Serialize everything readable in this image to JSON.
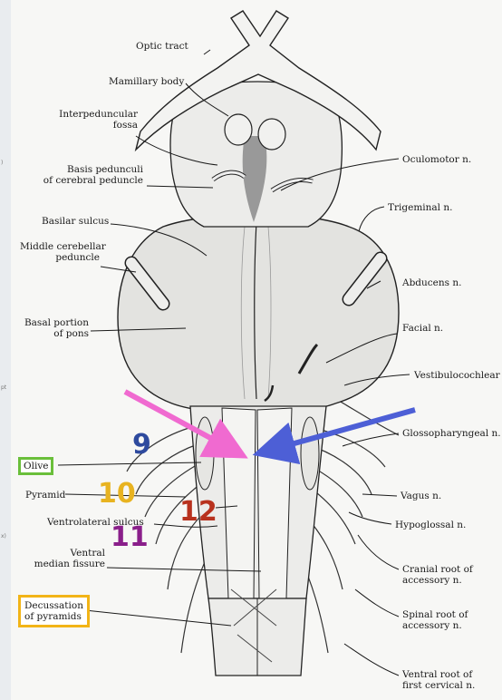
{
  "labels": {
    "optic_tract": "Optic tract",
    "mamillary_body": "Mamillary body",
    "interpeduncular_fossa_1": "Interpeduncular",
    "interpeduncular_fossa_2": "fossa",
    "basis_pedunculi_1": "Basis pedunculi",
    "basis_pedunculi_2": "of cerebral peduncle",
    "basilar_sulcus": "Basilar sulcus",
    "middle_cerebellar_1": "Middle cerebellar",
    "middle_cerebellar_2": "peduncle",
    "basal_pons_1": "Basal portion",
    "basal_pons_2": "of pons",
    "oculomotor": "Oculomotor n.",
    "trigeminal": "Trigeminal n.",
    "abducens": "Abducens n.",
    "facial": "Facial n.",
    "vestibulocochlear": "Vestibulocochlear n.",
    "glossopharyngeal": "Glossopharyngeal n.",
    "vagus": "Vagus n.",
    "hypoglossal": "Hypoglossal n.",
    "cranial_root_1": "Cranial root of",
    "cranial_root_2": "accessory n.",
    "spinal_root_1": "Spinal root of",
    "spinal_root_2": "accessory n.",
    "ventral_root_1": "Ventral root of",
    "ventral_root_2": "first cervical n.",
    "olive": "Olive",
    "pyramid": "Pyramid",
    "ventrolateral_sulcus": "Ventrolateral sulcus",
    "ventral_fissure_1": "Ventral",
    "ventral_fissure_2": "median fissure",
    "decussation_1": "Decussation",
    "decussation_2": "of pyramids"
  },
  "annotations": {
    "num_9": "9",
    "num_10": "10",
    "num_11": "11",
    "num_12": "12"
  },
  "colors": {
    "num_9": "#2e4a9e",
    "num_10": "#e8b320",
    "num_11": "#8a1f8a",
    "num_12": "#b8321e",
    "olive_box": "#6abf3a",
    "decussation_box": "#f2b417",
    "pink_arrow": "#f06ad0",
    "blue_arrow": "#4d5fd6"
  }
}
